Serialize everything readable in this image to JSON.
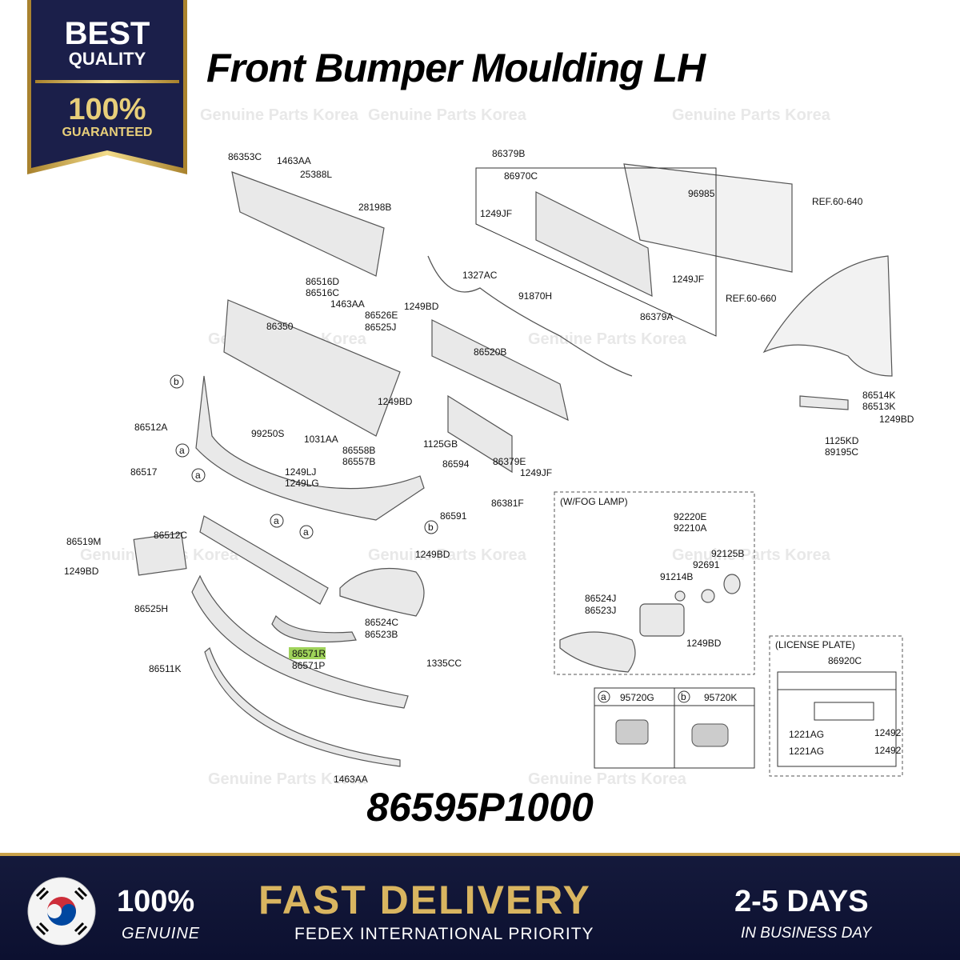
{
  "badge": {
    "line1": "BEST",
    "line2": "QUALITY",
    "line3": "100%",
    "line4": "GUARANTEED"
  },
  "title": "Front Bumper Moulding LH",
  "part_number": "86595P1000",
  "watermark": "Genuine Parts Korea",
  "diagram": {
    "labels": [
      "86353C",
      "1463AA",
      "25388L",
      "28198B",
      "86379B",
      "86970C",
      "1249JF",
      "1327AC",
      "1249JF",
      "86379A",
      "96985",
      "REF.60-640",
      "REF.60-660",
      "86516D",
      "86516C",
      "1463AA",
      "86350",
      "86526E",
      "86525J",
      "1249BD",
      "91870H",
      "86520B",
      "1249BD",
      "86514K",
      "86513K",
      "1249BD",
      "1125KD",
      "89195C",
      "86512A",
      "99250S",
      "1031AA",
      "1125GB",
      "86558B",
      "86557B",
      "1249LJ",
      "1249LG",
      "86594",
      "86379E",
      "1249JF",
      "86381F",
      "86517",
      "86591",
      "86519M",
      "86512C",
      "1249BD",
      "1249BD",
      "86525H",
      "86524C",
      "86523B",
      "86571R",
      "86571P",
      "86511K",
      "1335CC",
      "1463AA"
    ],
    "fog_box": {
      "title": "(W/FOG LAMP)",
      "labels": [
        "92220E",
        "92210A",
        "92125B",
        "92691",
        "91214B",
        "86524J",
        "86523J",
        "1249BD"
      ]
    },
    "sensor_box": {
      "a_label": "a",
      "a_part": "95720G",
      "b_label": "b",
      "b_part": "95720K"
    },
    "plate_box": {
      "title": "(LICENSE PLATE)",
      "part": "86920C",
      "labels": [
        "1221AG",
        "12492",
        "1221AG",
        "12492"
      ]
    },
    "callouts": [
      "a",
      "a",
      "a",
      "a",
      "a",
      "b",
      "b"
    ],
    "highlighted_part": "86571R"
  },
  "footer": {
    "genuine_pct": "100%",
    "genuine_word": "GENUINE",
    "headline": "FAST DELIVERY",
    "subline": "FEDEX INTERNATIONAL PRIORITY",
    "days": "2-5 DAYS",
    "days_sub": "IN BUSINESS DAY"
  },
  "colors": {
    "badge_navy": "#1b1f4a",
    "gold": "#c9a24a",
    "footer_navy": "#0c1030",
    "highlight": "#9fd35a"
  }
}
